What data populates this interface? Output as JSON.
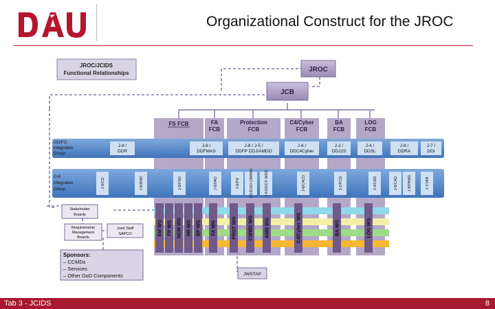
{
  "header": {
    "logo_text": "DAU",
    "title": "Organizational Construct for the JROC"
  },
  "legend_box": {
    "line1": "JROC/JCIDS",
    "line2": "Functional Relationships"
  },
  "jroc": "JROC",
  "jcb": "JCB",
  "fcbs": [
    {
      "line1": "FS FCB",
      "line2": ""
    },
    {
      "line1": "FA",
      "line2": "FCB"
    },
    {
      "line1": "Protection",
      "line2": "FCB"
    },
    {
      "line1": "C4/Cyber",
      "line2": "FCB"
    },
    {
      "line1": "BA",
      "line2": "FCB"
    },
    {
      "line1": "LOG",
      "line2": "FCB"
    }
  ],
  "gofo": {
    "label1": "GO/FO",
    "label2": "Integration",
    "label3": "Group"
  },
  "gofo_members": [
    {
      "line1": "J-8 /",
      "line2": "DDR"
    },
    {
      "line1": "J-8 /",
      "line2": "DDFMAS"
    },
    {
      "line1": "J-8 / J-5 /",
      "line2": "DDFP DDJ/AMDO"
    },
    {
      "line1": "J-6 /",
      "line2": "DDC4Cyber"
    },
    {
      "line1": "J-2 /",
      "line2": "DDJ2S"
    },
    {
      "line1": "J-4 /",
      "line2": "DDSL"
    },
    {
      "line1": "J-8 /",
      "line2": "DDRA"
    },
    {
      "line1": "J-7 /",
      "line2": "DDI"
    }
  ],
  "o6": {
    "label1": "O-6",
    "label2": "Integration",
    "label3": "Group"
  },
  "o6_members": [
    "J-8/CD",
    "J-8/RMD",
    "J-8/FSD",
    "J-8/FAD",
    "J-8/PD",
    "J-5/DJIO-CBRND",
    "J-6/DDC4 WDD",
    "J-6/C4CD",
    "J-2/PCD",
    "J-4/CAD",
    "J-8/CAD",
    "J-8/PAMD",
    "J-7/JIIR"
  ],
  "left_boxes": {
    "stakeholder": "Stakeholder",
    "stakeholder2": "Boards",
    "rm": "Requirements",
    "rm2": "Management",
    "rm3": "Boards",
    "jsap": "Joint Staff",
    "jsap2": "SAPCO"
  },
  "sponsors": {
    "title": "Sponsors:",
    "items": [
      "– CCMDs",
      "– Services",
      "– Other DoD Components"
    ]
  },
  "working_groups": [
    "EM WG",
    "FP WG",
    "NCM WG",
    "HR WG",
    "BP WG",
    "FA WG",
    "PROT WG",
    "CWMD WG",
    "AMD WG",
    "C4/Cyber WG",
    "BA WG",
    "LOG WG"
  ],
  "jwstap": "JWSTAP",
  "footer": {
    "left": "Tab 3 - JCIDS",
    "right": "8"
  },
  "colors": {
    "accent": "#a6192e",
    "blue": "#4f85c8",
    "purple": "#a79ac0",
    "wg": "#6f5a8a"
  }
}
